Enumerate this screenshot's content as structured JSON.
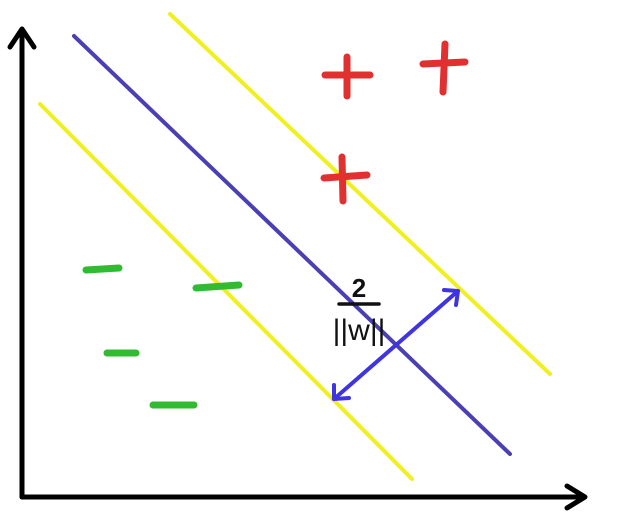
{
  "colors": {
    "background": "#ffffff",
    "axes": "#000000",
    "hyperplane": "#4a3fb3",
    "margin_lines": "#f0f020",
    "margin_arrow": "#3f35e0",
    "positive_class": "#e03030",
    "negative_class": "#30bb30",
    "label": "#111111"
  },
  "icons": {
    "x_axis_head": "arrowhead-right",
    "y_axis_head": "arrowhead-up",
    "positive_marker": "plus-sign",
    "negative_marker": "minus-sign"
  },
  "margin_label": {
    "numerator": "2",
    "denominator": "||w||"
  },
  "positive_points": 3,
  "negative_points": 4
}
